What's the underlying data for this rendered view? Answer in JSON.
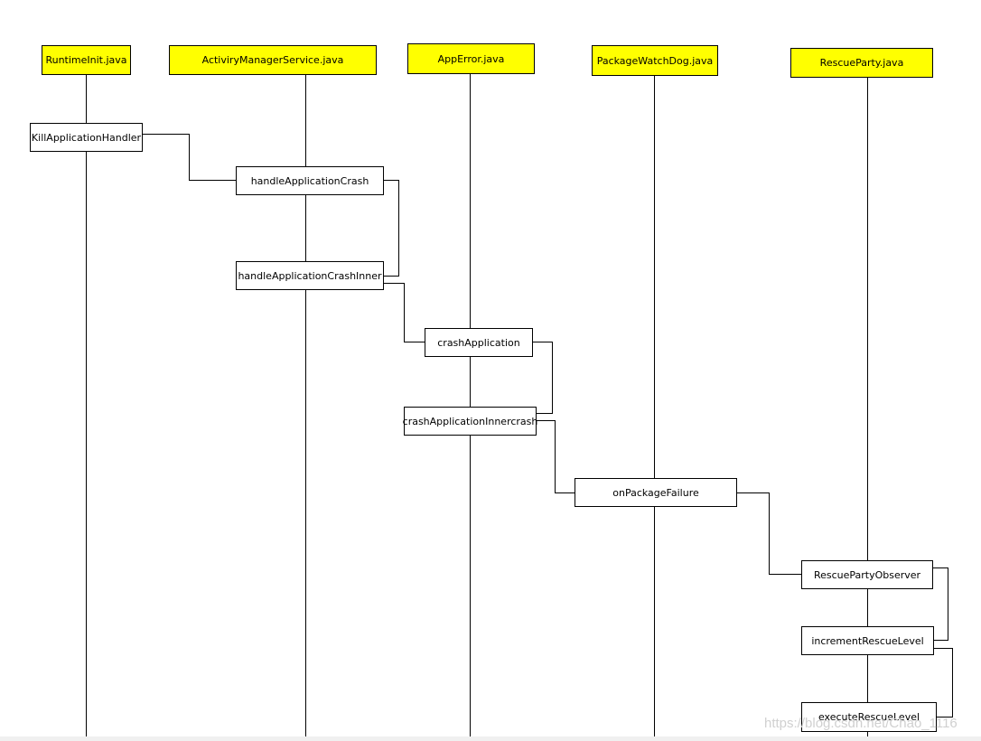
{
  "files": [
    {
      "id": "runtime-init",
      "label": "RuntimeInit.java"
    },
    {
      "id": "activity-manager-service",
      "label": "ActiviryManagerService.java"
    },
    {
      "id": "app-error",
      "label": "AppError.java"
    },
    {
      "id": "package-watchdog",
      "label": "PackageWatchDog.java"
    },
    {
      "id": "rescue-party",
      "label": "RescueParty.java"
    }
  ],
  "methods": [
    {
      "id": "kill-application-handler",
      "label": "KillApplicationHandler"
    },
    {
      "id": "handle-application-crash",
      "label": "handleApplicationCrash"
    },
    {
      "id": "handle-application-crash-inner",
      "label": "handleApplicationCrashInner"
    },
    {
      "id": "crash-application",
      "label": "crashApplication"
    },
    {
      "id": "crash-application-innercrash",
      "label": "crashApplicationInnercrash"
    },
    {
      "id": "on-package-failure",
      "label": "onPackageFailure"
    },
    {
      "id": "rescue-party-observer",
      "label": "RescuePartyObserver"
    },
    {
      "id": "increment-rescue-level",
      "label": "incrementRescueLevel"
    },
    {
      "id": "execute-rescue-level",
      "label": "executeRescueLevel"
    }
  ],
  "watermark": "https://blog.csdn.net/Chao_1116"
}
